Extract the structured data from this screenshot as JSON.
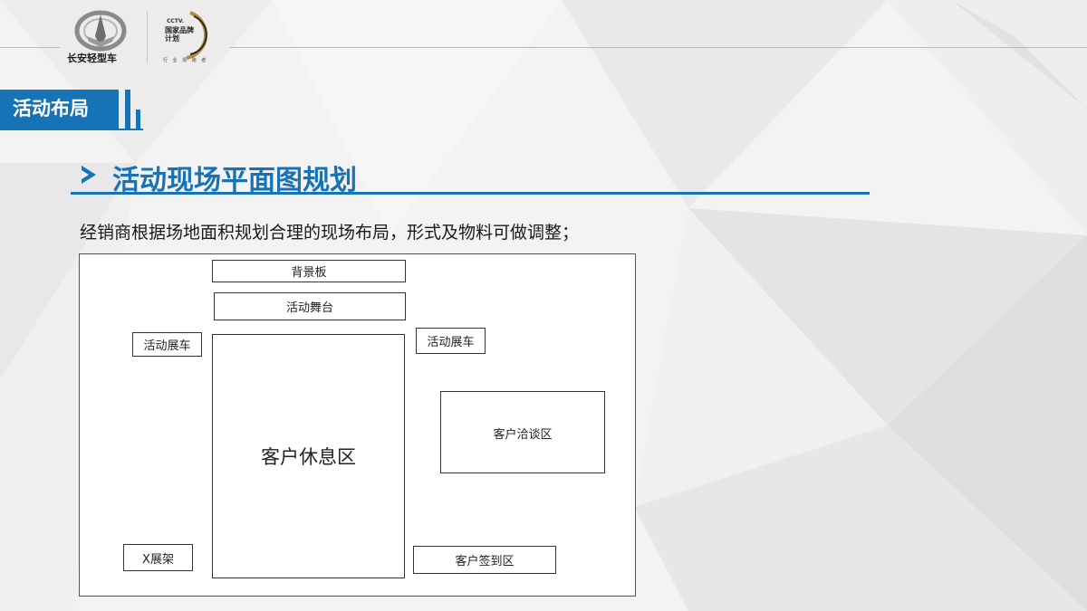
{
  "brand": {
    "name": "长安轻型车",
    "cctv_line1": "CCTV.",
    "cctv_line2": "国家品牌",
    "cctv_line3": "计划",
    "slogan": "行 业 领 跑 者"
  },
  "section": {
    "title": "活动布局"
  },
  "heading": {
    "title": "活动现场平面图规划"
  },
  "intro": "经销商根据场地面积规划合理的现场布局，形式及物料可做调整；",
  "floor_plan": {
    "zones": {
      "backdrop": "背景板",
      "stage": "活动舞台",
      "car_left": "活动展车",
      "car_right": "活动展车",
      "lounge": "客户休息区",
      "negotiation": "客户洽谈区",
      "x_stand": "X展架",
      "signin": "客户签到区"
    }
  },
  "colors": {
    "accent": "#1673b5",
    "background": "#f3f3f4",
    "text": "#222222",
    "border": "#333333"
  }
}
